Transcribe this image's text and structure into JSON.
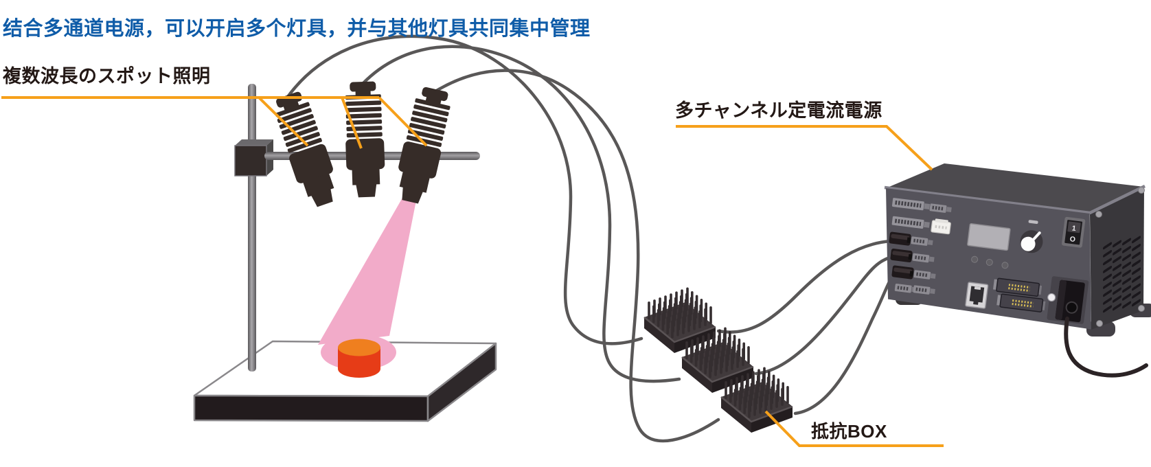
{
  "heading": {
    "text": "结合多通道电源，可以开启多个灯具，并与其他灯具共同集中管理",
    "color": "#0F5CA8"
  },
  "annotations": {
    "spot_light_label": "複数波長のスポット照明",
    "power_supply_label": "多チャンネル定電流電源",
    "resistor_box_label": "抵抗BOX",
    "leader_color": "#F6A01A"
  },
  "power_supply": {
    "switch_on_label": "1",
    "switch_off_label": "O"
  },
  "scene": {
    "spot_light_count": 3,
    "resistor_box_count": 3,
    "colors": {
      "cable": "#595757",
      "power_cord": "#2B2325",
      "lamp_body": "#362C28",
      "light_beam": "#F2ABC9",
      "target_top": "#EF7F1F",
      "target_side": "#E63C17",
      "stand_metal": "#8C8A8D",
      "base_front": "#221B1D",
      "psu_front": "#55535B",
      "psu_top": "#4C4A4E",
      "psu_side": "#39373B",
      "resistor_box": "#332C2E"
    }
  }
}
